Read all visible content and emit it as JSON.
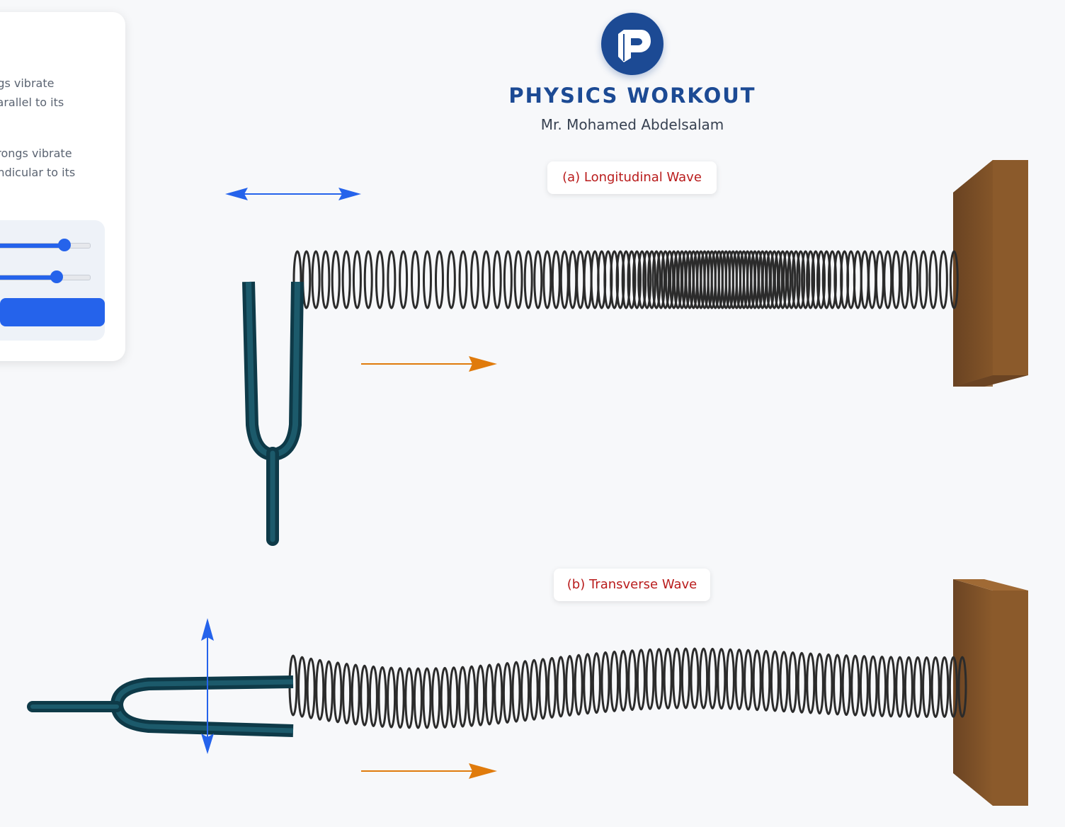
{
  "panel": {
    "text_a_line1": "prongs vibrate",
    "text_a_line2": "ng parallel to its",
    "text_b_line1": "he prongs vibrate",
    "text_b_line2": "erpendicular to its",
    "slider1_value": 0.75,
    "slider2_value": 0.68,
    "button_label": ""
  },
  "header": {
    "title": "PHYSICS WORKOUT",
    "subtitle": "Mr. Mohamed Abdelsalam"
  },
  "labels": {
    "longitudinal": "(a) Longitudinal Wave",
    "transverse": "(b) Transverse Wave"
  },
  "colors": {
    "brand": "#1c4a94",
    "label_text": "#b91c1c",
    "vibration_arrow": "#2563eb",
    "propagation_arrow": "#e07b0c",
    "spring": "#2b2b2b",
    "fork": "#134454",
    "wall": "#8b5a2b"
  },
  "icons": {
    "logo": "physics-workout-logo",
    "vibration_a": "double-arrow-horizontal-icon",
    "vibration_b": "double-arrow-vertical-icon",
    "propagation": "arrow-right-icon"
  }
}
